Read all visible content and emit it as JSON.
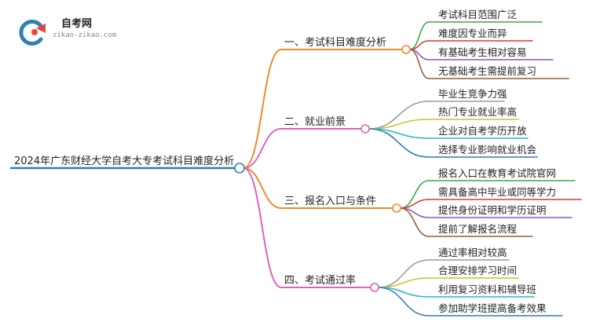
{
  "logo": {
    "brand": "自考网",
    "url": "zikao-zikao.com"
  },
  "root": {
    "label": "2024年广东财经大学自考大专考试科目难度分析",
    "color": "#2f7fb8"
  },
  "branches": [
    {
      "label": "一、考试科目难度分析",
      "color": "#ef8a2c",
      "children": [
        {
          "label": "考试科目范围广泛",
          "color": "#3aa845"
        },
        {
          "label": "难度因专业而异",
          "color": "#d33a3a"
        },
        {
          "label": "有基础考生相对容易",
          "color": "#8a55c8"
        },
        {
          "label": "无基础考生需提前复习",
          "color": "#9b5a3c"
        }
      ]
    },
    {
      "label": "二、就业前景",
      "color": "#e062b8",
      "children": [
        {
          "label": "毕业生竞争力强",
          "color": "#9a9a9a"
        },
        {
          "label": "热门专业就业率高",
          "color": "#c9c22e"
        },
        {
          "label": "企业对自考学历开放",
          "color": "#27b6c9"
        },
        {
          "label": "选择专业影响就业机会",
          "color": "#2f7fb8"
        }
      ]
    },
    {
      "label": "三、报名入口与条件",
      "color": "#ef8a2c",
      "children": [
        {
          "label": "报名入口在教育考试院官网",
          "color": "#3aa845"
        },
        {
          "label": "需具备高中毕业或同等学力",
          "color": "#d33a3a"
        },
        {
          "label": "提供身份证明和学历证明",
          "color": "#8a55c8"
        },
        {
          "label": "提前了解报名流程",
          "color": "#9b5a3c"
        }
      ]
    },
    {
      "label": "四、考试通过率",
      "color": "#e062b8",
      "children": [
        {
          "label": "通过率相对较高",
          "color": "#9a9a9a"
        },
        {
          "label": "合理安排学习时间",
          "color": "#c9c22e"
        },
        {
          "label": "利用复习资料和辅导班",
          "color": "#27b6c9"
        },
        {
          "label": "参加助学班提高备考效果",
          "color": "#2f7fb8"
        }
      ]
    }
  ]
}
